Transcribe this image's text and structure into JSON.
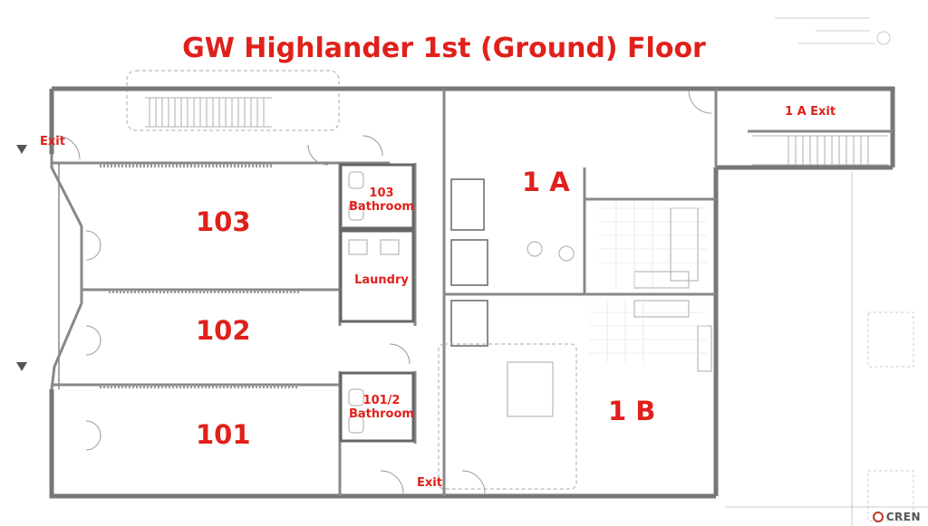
{
  "title": "GW Highlander 1st (Ground) Floor",
  "rooms": {
    "r103": "103",
    "r102": "102",
    "r101": "101",
    "unit_1a": "1 A",
    "unit_1b": "1 B"
  },
  "labels": {
    "bath103_line1": "103",
    "bath103_line2": "Bathroom",
    "laundry": "Laundry",
    "bath101_line1": "101/2",
    "bath101_line2": "Bathroom",
    "exit_left": "Exit",
    "exit_bottom": "Exit",
    "exit_1a": "1 A Exit"
  },
  "logo": "CREN",
  "colors": {
    "label_red": "#e0201b",
    "wall": "#777777",
    "line": "#999999"
  }
}
